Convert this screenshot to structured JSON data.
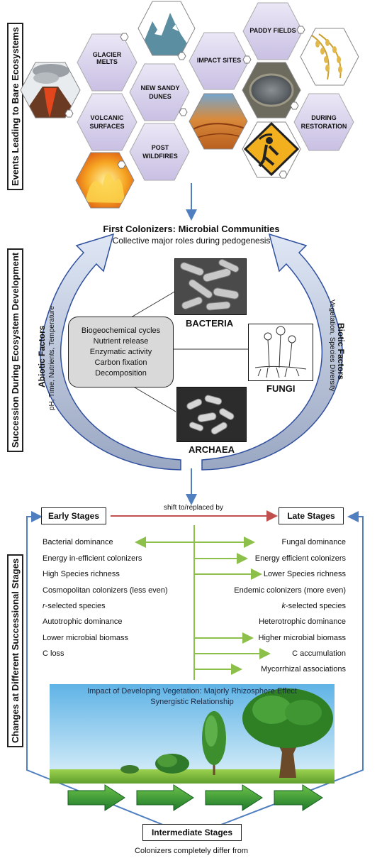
{
  "panel1": {
    "side_title": "Events Leading to Bare Ecosystems",
    "hexagons": {
      "glacier": "GLACIER MELTS",
      "volcanic": "VOLCANIC SURFACES",
      "dunes": "NEW SANDY DUNES",
      "wildfires": "POST WILDFIRES",
      "impact": "IMPACT SITES",
      "paddy": "PADDY FIELDS",
      "restoration": "DURING RESTORATION"
    }
  },
  "panel2": {
    "side_title": "Succession During Ecosystem Development",
    "title": "First Colonizers: Microbial Communities",
    "subtitle": "Collective major roles during pedogenesis",
    "abiotic_title": "Abiotic Factors",
    "abiotic_items": "pH, Time, Nutrients, Temperature",
    "biotic_title": "Biotic Factors",
    "biotic_items": "Vegetation, Species Diversity",
    "roles": [
      "Biogeochemical cycles",
      "Nutrient release",
      "Enzymatic activity",
      "Carbon fixation",
      "Decomposition"
    ],
    "microbes": {
      "bacteria": "BACTERIA",
      "fungi": "FUNGI",
      "archaea": "ARCHAEA"
    }
  },
  "panel3": {
    "side_title": "Changes at Different Successional Stages",
    "early": "Early Stages",
    "late": "Late Stages",
    "shift": "shift to/replaced by",
    "early_items": [
      "Bacterial dominance",
      "Energy in-efficient colonizers",
      "High Species richness",
      "Cosmopolitan colonizers (less even)",
      "r-selected species",
      "Autotrophic dominance",
      "Lower microbial biomass",
      "C loss"
    ],
    "late_items": [
      "Fungal dominance",
      "Energy efficient colonizers",
      "Lower Species richness",
      "Endemic colonizers (more even)",
      "k-selected species",
      "Heterotrophic dominance",
      "Higher microbial biomass",
      "C accumulation",
      "Mycorrhizal associations"
    ],
    "vegetation_title": "Impact of Developing Vegetation: Majorly Rhizosphere Effect",
    "vegetation_subtitle": "Synergistic Relationship",
    "intermediate": "Intermediate Stages",
    "intermediate_note": "Colonizers completely differ from"
  },
  "colors": {
    "hexagon_fill": "#d9d3ec",
    "blue_arrow": "#4f7fbf",
    "green_line": "#8dc04a",
    "red_arrow": "#c0504d",
    "sky": "#7fc4ea",
    "grass": "#7ab83e"
  }
}
